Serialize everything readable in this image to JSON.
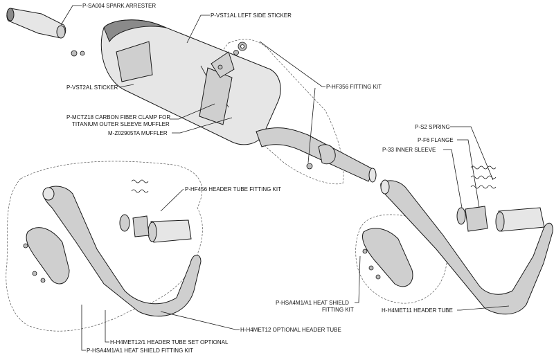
{
  "labels": {
    "spark_arrester": "P-SA004 SPARK ARRESTER",
    "left_sticker": "P-VST1AL LEFT SIDE STICKER",
    "vst2al_sticker": "P-VST2AL STICKER",
    "hf356_kit": "P-HF356  FITTING KIT",
    "clamp_line1": "P-MCTZ18 CARBON FIBER CLAMP FOR",
    "clamp_line2": "TITANIUM OUTER SLEEVE MUFFLER",
    "muffler": "M-Z02905TA  MUFFLER",
    "s2_spring": "P-S2 SPRING",
    "f6_flange": "P-F6 FLANGE",
    "inner_sleeve": "P-33 INNER SLEEVE",
    "hf456_kit": "P-HF456 HEADER TUBE FITTING KIT",
    "heat_shield_right_line1": "P-HSA4M1/A1  HEAT SHIELD",
    "heat_shield_right_line2": "FITTING KIT",
    "h4met11": "H-H4MET11 HEADER TUBE",
    "h4met12": "H-H4MET12 OPTIONAL HEADER TUBE",
    "h4met12_1": "H-H4MET12/1 HEADER TUBE SET OPTIONAL",
    "heat_shield_left": "P-HSA4M1/A1  HEAT SHIELD  FITTING KIT"
  }
}
